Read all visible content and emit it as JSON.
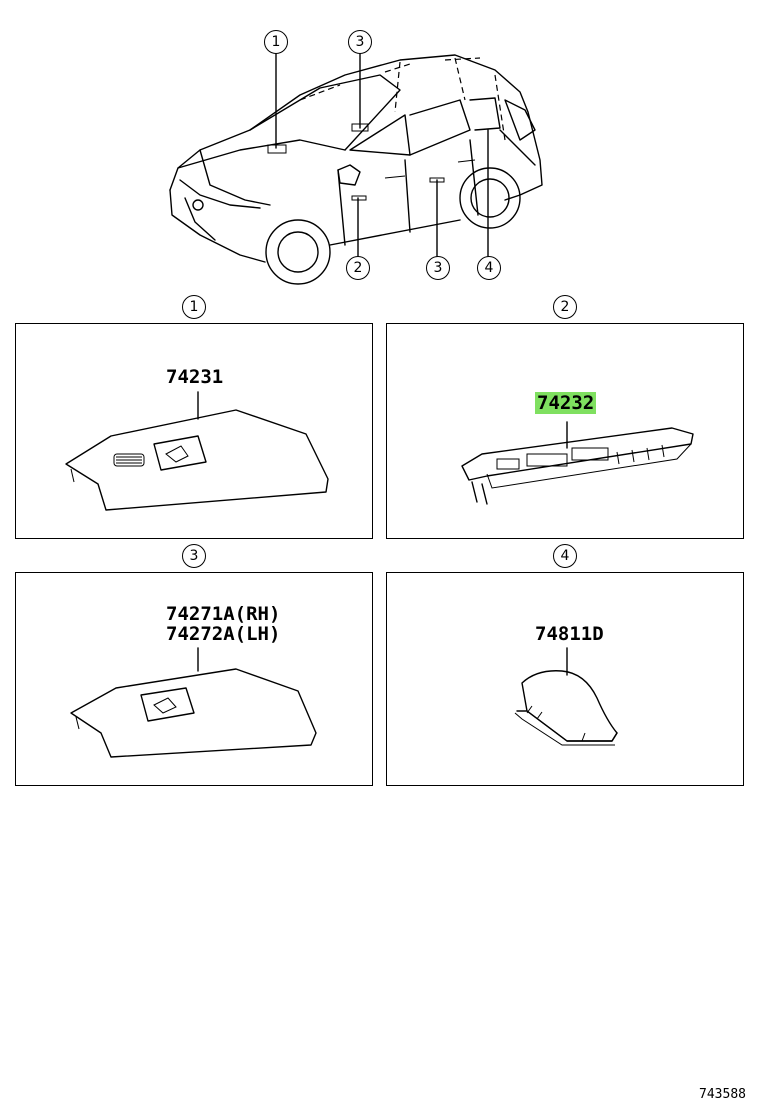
{
  "overview": {
    "callouts_top": [
      "1",
      "3"
    ],
    "callouts_bottom": [
      "2",
      "3",
      "4"
    ]
  },
  "panels": [
    {
      "callout": "1",
      "parts": [
        "74231"
      ],
      "highlight": false,
      "icon": "driver-window-switch-panel-icon"
    },
    {
      "callout": "2",
      "parts": [
        "74232"
      ],
      "highlight": true,
      "highlight_color": "#7fe060",
      "icon": "front-door-armrest-switch-base-icon"
    },
    {
      "callout": "3",
      "parts": [
        "74271A(RH)",
        "74272A(LH)"
      ],
      "highlight": false,
      "icon": "rear-window-switch-panel-icon"
    },
    {
      "callout": "4",
      "parts": [
        "74811D"
      ],
      "highlight": false,
      "icon": "armrest-cover-icon"
    }
  ],
  "diagram_id": "743588"
}
